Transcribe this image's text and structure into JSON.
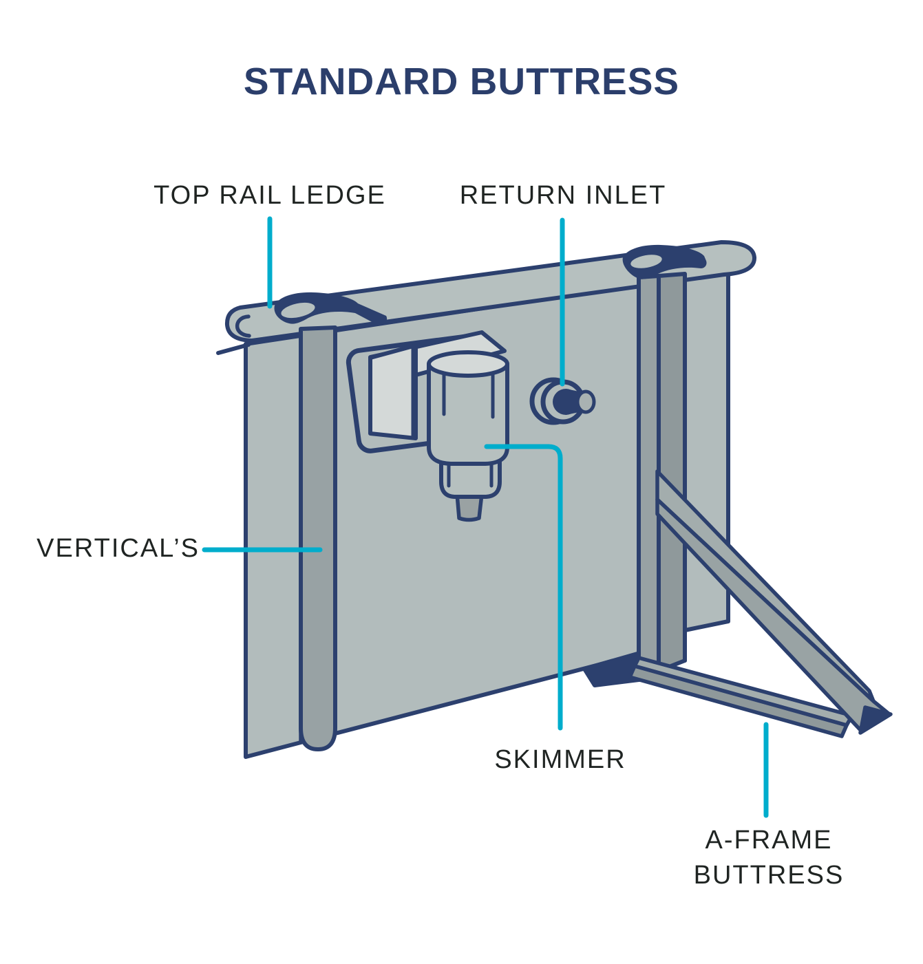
{
  "title": "STANDARD BUTTRESS",
  "labels": {
    "top_rail_ledge": "TOP RAIL LEDGE",
    "return_inlet": "RETURN INLET",
    "verticals": "VERTICAL’S",
    "skimmer": "SKIMMER",
    "a_frame_line1": "A-FRAME",
    "a_frame_line2": "BUTTRESS"
  },
  "colors": {
    "title_navy": "#2b3e6b",
    "outline_navy": "#2c406e",
    "callout_teal": "#00adcc",
    "wall_gray": "#b2bcbc",
    "post_gray": "#98a2a4",
    "panel_side_gray": "#8f999b",
    "highlight_gray": "#d4d9d8",
    "nub_gray": "#9aa2a3",
    "label_text": "#1f2422",
    "background": "#ffffff"
  }
}
